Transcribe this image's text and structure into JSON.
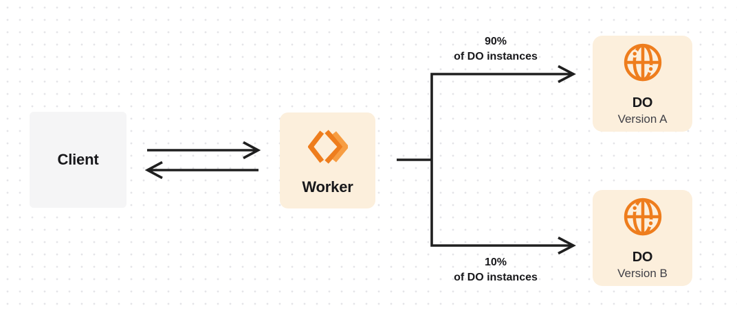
{
  "colors": {
    "accent_orange": "#EE7D1D",
    "accent_orange_light": "#F79D42",
    "node_cream_bg": "#FCEFDC",
    "node_gray_bg": "#F5F5F6",
    "connector": "#1F1F1F",
    "text_primary": "#18181B",
    "text_secondary": "#3F3F46",
    "grid_dot": "#E4E4E8",
    "canvas_bg": "#FFFFFF"
  },
  "nodes": {
    "client": {
      "label": "Client"
    },
    "worker": {
      "label": "Worker",
      "icon": "cloudflare-workers-icon"
    },
    "do_version_a": {
      "title": "DO",
      "subtitle": "Version A",
      "icon": "durable-object-globe-icon"
    },
    "do_version_b": {
      "title": "DO",
      "subtitle": "Version B",
      "icon": "durable-object-globe-icon"
    }
  },
  "edge_labels": {
    "top": {
      "percent": "90%",
      "caption": "of DO instances"
    },
    "bottom": {
      "percent": "10%",
      "caption": "of DO instances"
    }
  }
}
